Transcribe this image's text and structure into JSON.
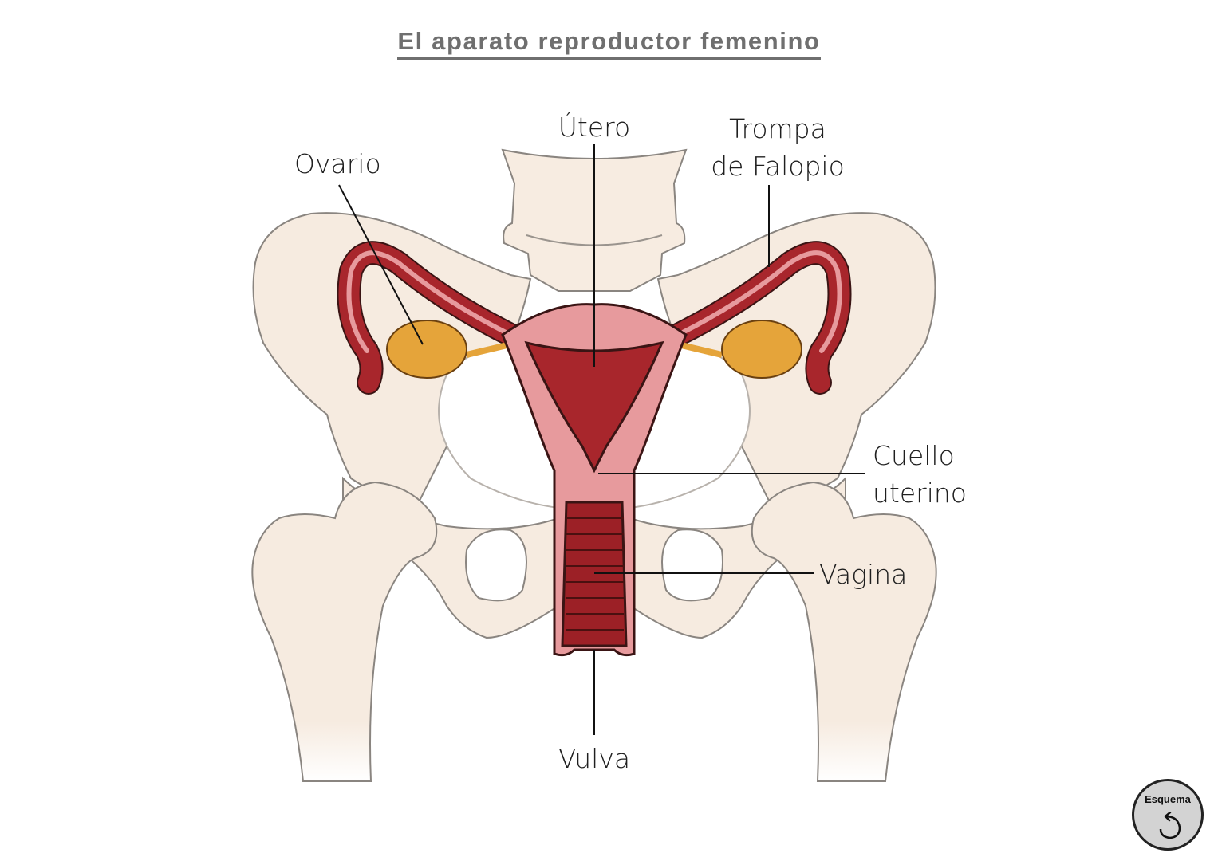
{
  "title": "El aparato reproductor femenino",
  "labels": {
    "ovario": "Ovario",
    "utero": "Útero",
    "trompa_line1": "Trompa",
    "trompa_line2": "de Falopio",
    "cuello_line1": "Cuello",
    "cuello_line2": "uterino",
    "vagina": "Vagina",
    "vulva": "Vulva"
  },
  "button": {
    "label": "Esquema",
    "icon": "rotate-ccw-icon"
  },
  "colors": {
    "title": "#6f6f6f",
    "bone": "#f6ebe0",
    "bone_shadow": "#ddd2c8",
    "bone_outline": "#8a8580",
    "organ_pink": "#e79a9d",
    "organ_dark": "#a8262c",
    "ovary": "#e5a43a",
    "leader_line": "#111111"
  }
}
